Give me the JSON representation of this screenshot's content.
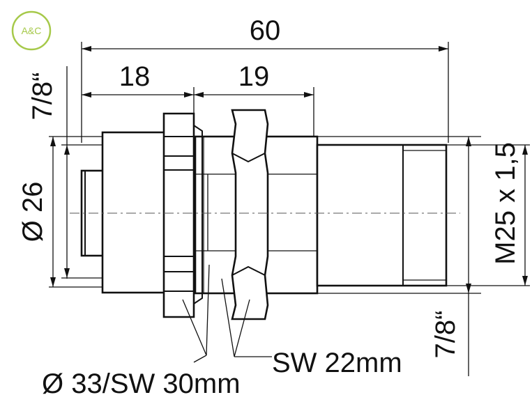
{
  "logo": {
    "text": "A&C",
    "color": "#a6c94a"
  },
  "dimensions": {
    "overall_length": "60",
    "flange_length": "18",
    "nut_length": "19",
    "thread_left": "7/8“",
    "thread_right": "7/8“",
    "diameter_body": "Ø 26",
    "thread_m": "M25 x 1,5",
    "hex_small": "SW 22mm",
    "hex_large": "Ø 33/SW 30mm"
  },
  "colors": {
    "line": "#111111",
    "background": "#ffffff"
  }
}
